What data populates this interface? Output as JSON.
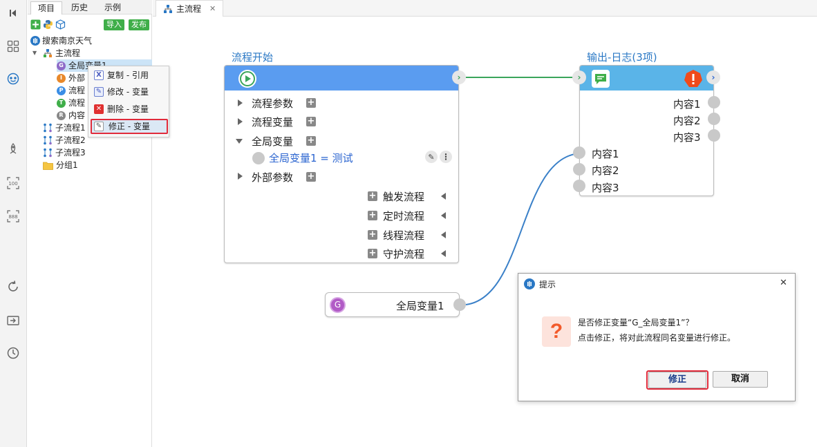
{
  "panel": {
    "tabs": [
      "项目",
      "历史",
      "示例"
    ],
    "import_label": "导入",
    "publish_label": "发布",
    "project_name": "搜索南京天气",
    "tree": {
      "main_flow": "主流程",
      "items": [
        {
          "badge": "G",
          "label": "全局变量1",
          "color": "#8e6bc8"
        },
        {
          "badge": "I",
          "label": "外部",
          "color": "#e8892b"
        },
        {
          "badge": "P",
          "label": "流程",
          "color": "#3a8ee6"
        },
        {
          "badge": "T",
          "label": "流程",
          "color": "#3fae49"
        },
        {
          "badge": "R",
          "label": "内容",
          "color": "#888888"
        }
      ],
      "subflows": [
        "子流程1",
        "子流程2",
        "子流程3"
      ],
      "group": "分组1"
    }
  },
  "context_menu": {
    "items": [
      {
        "label": "复制 - 引用",
        "icon": "copy-icon"
      },
      {
        "label": "修改 - 变量",
        "icon": "edit-icon"
      },
      {
        "label": "删除 - 变量",
        "icon": "delete-icon"
      },
      {
        "label": "修正 - 变量",
        "icon": "fix-icon"
      }
    ]
  },
  "editor": {
    "tab_label": "主流程",
    "start_node": {
      "title": "流程开始",
      "sections": [
        "流程参数",
        "流程变量",
        "全局变量",
        "外部参数"
      ],
      "global_var_row": "全局变量1  =  测试",
      "actions": [
        "触发流程",
        "定时流程",
        "线程流程",
        "守护流程"
      ]
    },
    "log_node": {
      "title": "输出-日志(3项)",
      "outputs": [
        "内容1",
        "内容2",
        "内容3"
      ],
      "inputs": [
        "内容1",
        "内容2",
        "内容3"
      ]
    },
    "var_node": {
      "badge": "G",
      "label": "全局变量1"
    }
  },
  "dialog": {
    "title": "提示",
    "close": "✕",
    "icon": "?",
    "line1": "是否修正变量“G_全局变量1”？",
    "line2": "点击修正，将对此流程同名变量进行修正。",
    "confirm_label": "修正",
    "cancel_label": "取消"
  },
  "colors": {
    "start_header": "#5a9cf0",
    "log_header": "#5ab4e8",
    "connector_green": "#3aa55a",
    "connector_blue": "#3a80c8",
    "highlight_red": "#e02a3a"
  }
}
